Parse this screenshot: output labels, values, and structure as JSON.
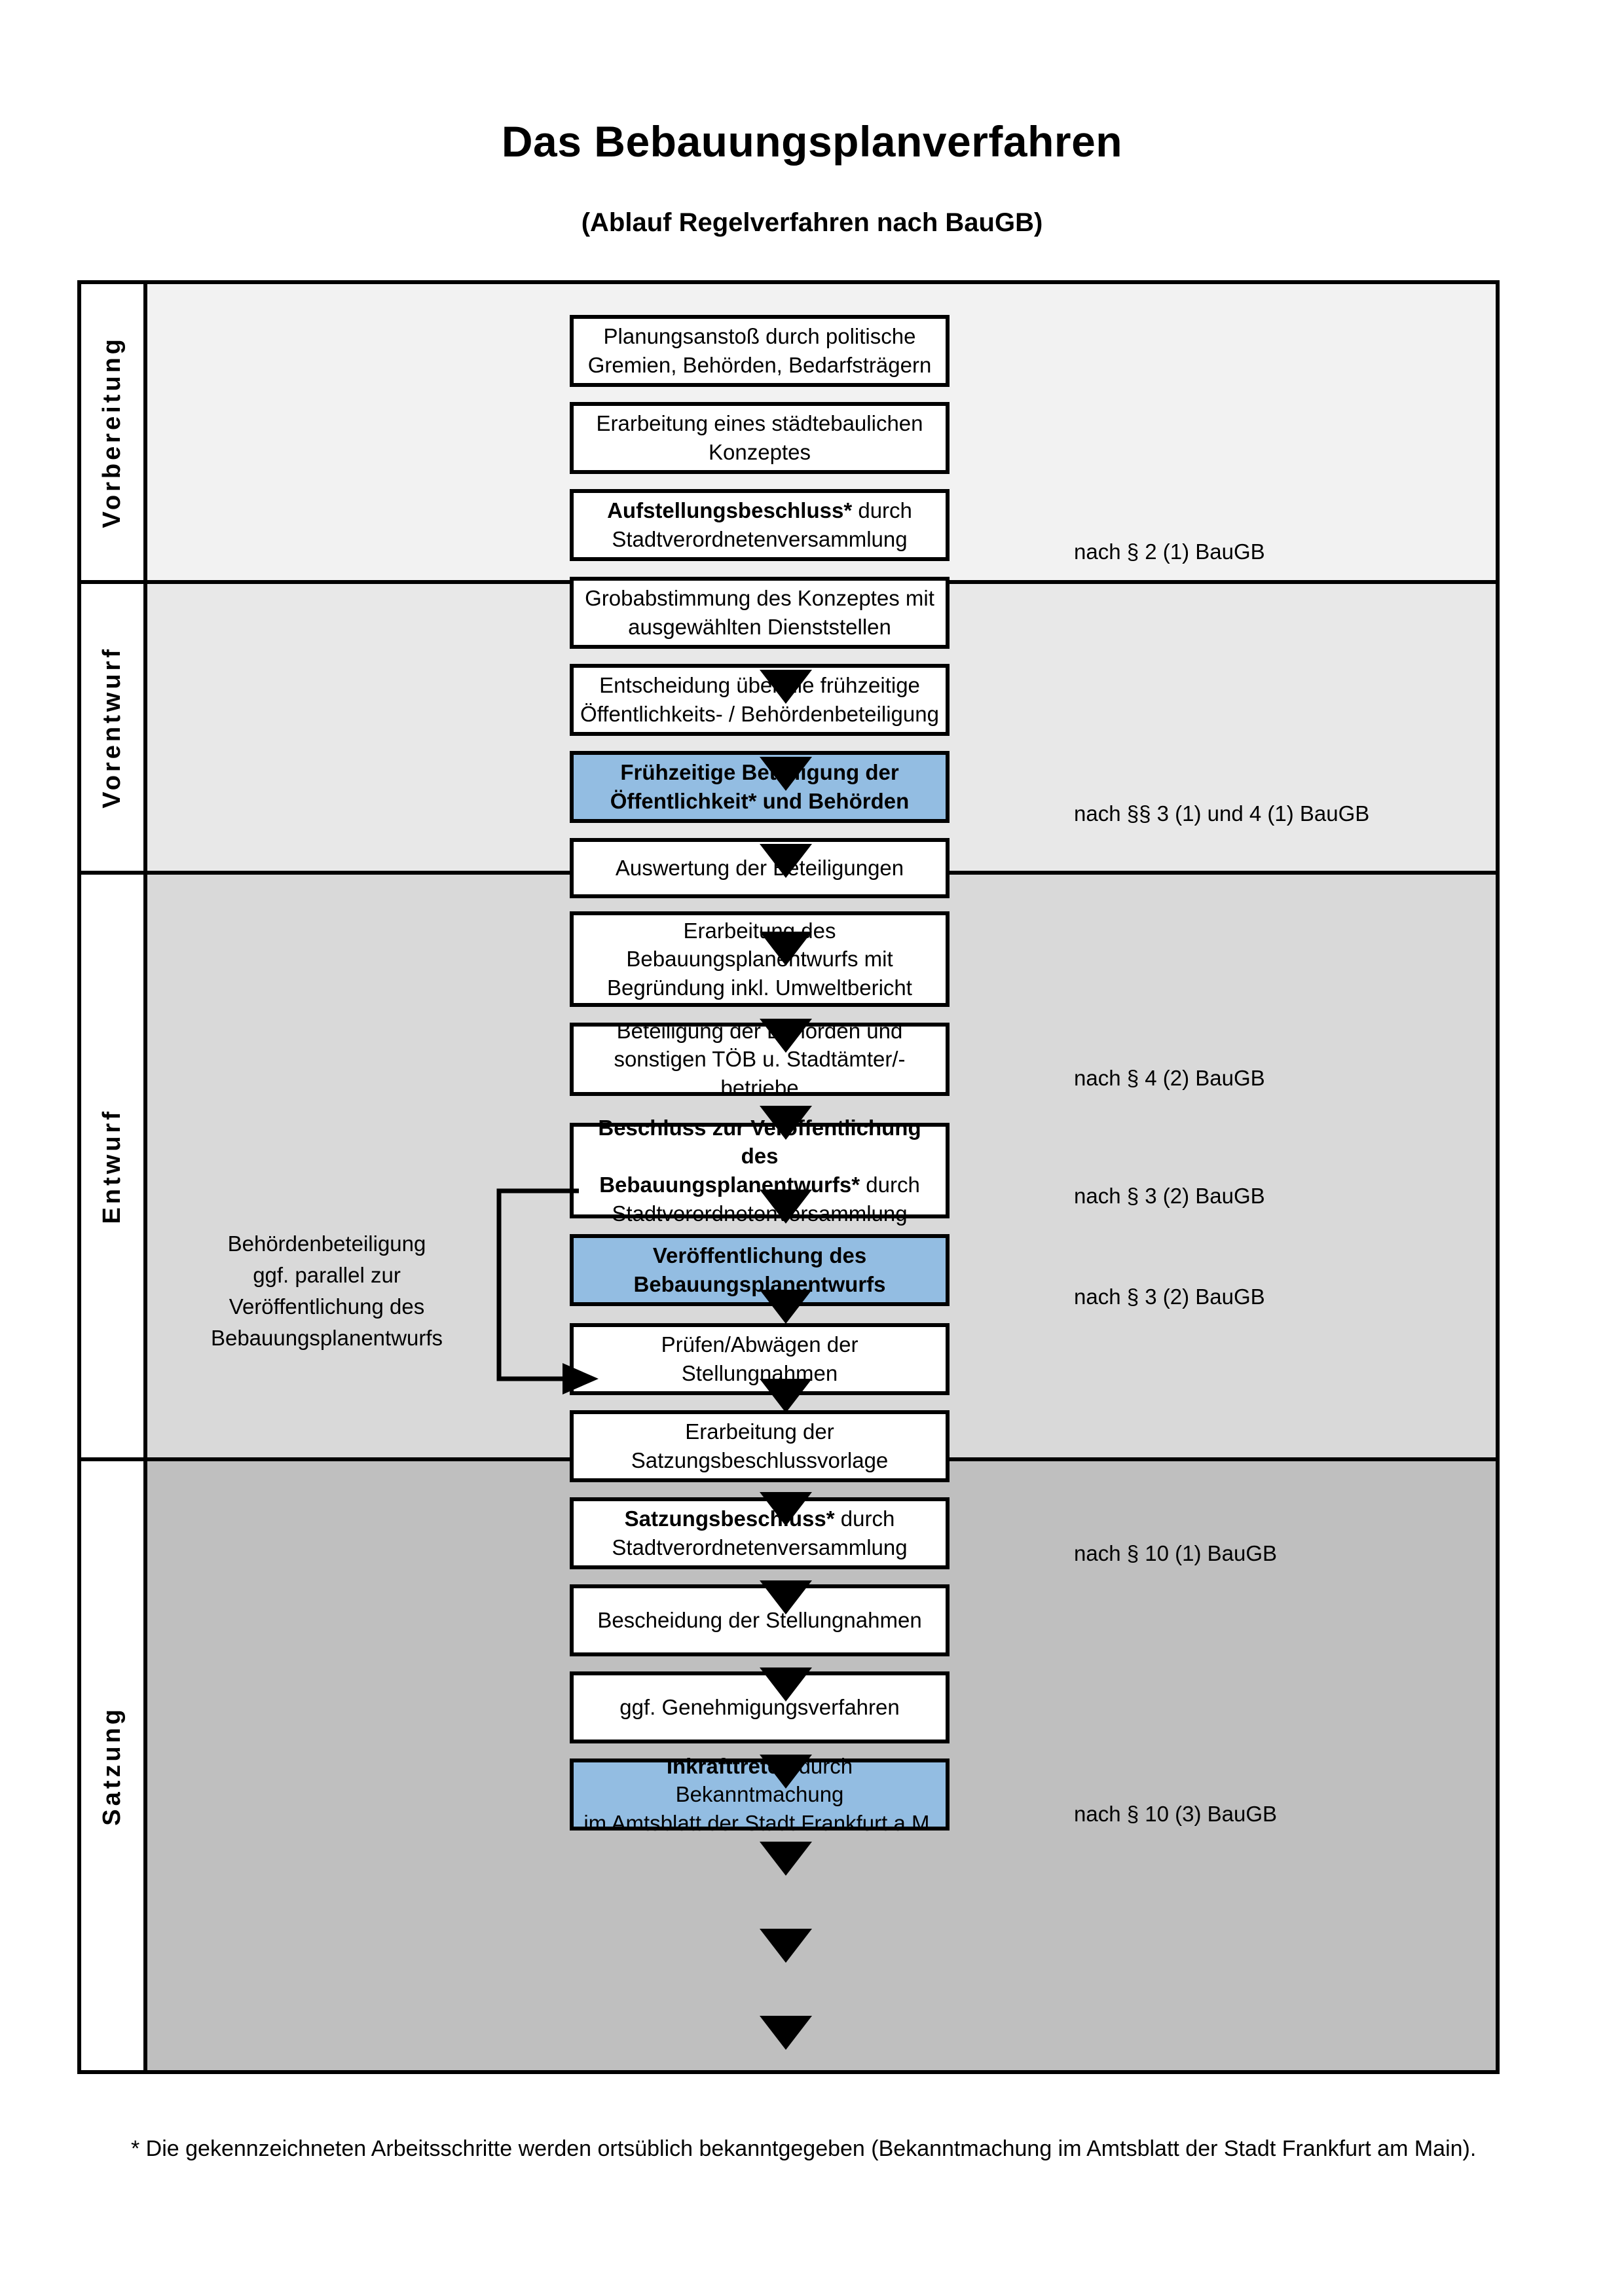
{
  "title": "Das Bebauungsplanverfahren",
  "subtitle": "(Ablauf Regelverfahren nach BauGB)",
  "colors": {
    "highlight_box": "#93BDE2",
    "band_vorbereitung": "#F2F2F2",
    "band_vorentwurf": "#E8E8E8",
    "band_entwurf": "#D9D9D9",
    "band_satzung": "#BFBFBF",
    "stroke": "#000000"
  },
  "bands": [
    {
      "label": "Vorbereitung",
      "background": "#F2F2F2"
    },
    {
      "label": "Vorentwurf",
      "background": "#E8E8E8"
    },
    {
      "label": "Entwurf",
      "background": "#D9D9D9"
    },
    {
      "label": "Satzung",
      "background": "#BFBFBF"
    }
  ],
  "steps": [
    {
      "id": "planungsanstoss",
      "band": "Vorbereitung",
      "highlight": false,
      "lines": [
        "Planungsanstoß durch politische",
        "Gremien, Behörden, Bedarfsträgern"
      ]
    },
    {
      "id": "konzept",
      "band": "Vorbereitung",
      "highlight": false,
      "lines": [
        "Erarbeitung eines städtebaulichen",
        "Konzeptes"
      ]
    },
    {
      "id": "aufstellungsbeschluss",
      "band": "Vorbereitung",
      "highlight": false,
      "lines": [
        "Aufstellungsbeschluss* durch",
        "Stadtverordnetenversammlung"
      ],
      "bold_prefix": "Aufstellungsbeschluss*"
    },
    {
      "id": "grobabstimmung",
      "band": "Vorentwurf",
      "highlight": false,
      "lines": [
        "Grobabstimmung des Konzeptes mit",
        "ausgewählten Dienststellen"
      ]
    },
    {
      "id": "entscheidung-fruehzeitig",
      "band": "Vorentwurf",
      "highlight": false,
      "lines": [
        "Entscheidung über die frühzeitige",
        "Öffentlichkeits- / Behördenbeteiligung"
      ]
    },
    {
      "id": "fruehzeitige-beteiligung",
      "band": "Vorentwurf",
      "highlight": true,
      "lines": [
        "Frühzeitige Beteiligung der",
        "Öffentlichkeit* und Behörden"
      ]
    },
    {
      "id": "auswertung",
      "band": "Entwurf",
      "highlight": false,
      "lines": [
        "Auswertung der Beteiligungen"
      ]
    },
    {
      "id": "erarbeitung-entwurf",
      "band": "Entwurf",
      "highlight": false,
      "lines": [
        "Erarbeitung des",
        "Bebauungsplanentwurfs mit",
        "Begründung inkl. Umweltbericht"
      ]
    },
    {
      "id": "beteiligung-behoerden",
      "band": "Entwurf",
      "highlight": false,
      "lines": [
        "Beteiligung der Behörden und",
        "sonstigen TÖB u. Stadtämter/-betriebe"
      ]
    },
    {
      "id": "beschluss-veroeffentlichung",
      "band": "Entwurf",
      "highlight": false,
      "lines": [
        "Beschluss zur Veröffentlichung des",
        "Bebauungsplanentwurfs* durch",
        "Stadtverordnetenversammlung"
      ],
      "bold_prefix": "Beschluss zur Veröffentlichung des Bebauungsplanentwurfs*"
    },
    {
      "id": "veroeffentlichung",
      "band": "Entwurf",
      "highlight": true,
      "lines": [
        "Veröffentlichung des",
        "Bebauungsplanentwurfs"
      ]
    },
    {
      "id": "pruefen-abwaegen",
      "band": "Satzung",
      "highlight": false,
      "lines": [
        "Prüfen/Abwägen der Stellungnahmen"
      ]
    },
    {
      "id": "satzungsbeschlussvorlage",
      "band": "Satzung",
      "highlight": false,
      "lines": [
        "Erarbeitung der",
        "Satzungsbeschlussvorlage"
      ]
    },
    {
      "id": "satzungsbeschluss",
      "band": "Satzung",
      "highlight": false,
      "lines": [
        "Satzungsbeschluss* durch",
        "Stadtverordnetenversammlung"
      ],
      "bold_prefix": "Satzungsbeschluss*"
    },
    {
      "id": "bescheidung",
      "band": "Satzung",
      "highlight": false,
      "lines": [
        "Bescheidung der Stellungnahmen"
      ]
    },
    {
      "id": "genehmigungsverfahren",
      "band": "Satzung",
      "highlight": false,
      "lines": [
        "ggf. Genehmigungsverfahren"
      ]
    },
    {
      "id": "inkrafttreten",
      "band": "Satzung",
      "highlight": true,
      "lines": [
        "Inkrafttreten durch Bekanntmachung",
        "im Amtsblatt der Stadt Frankfurt a.M."
      ],
      "bold_prefix": "Inkrafttreten"
    }
  ],
  "legal_refs": [
    {
      "for": "aufstellungsbeschluss",
      "text": "nach § 2 (1) BauGB"
    },
    {
      "for": "fruehzeitige-beteiligung",
      "text": "nach §§ 3 (1) und 4 (1) BauGB"
    },
    {
      "for": "beteiligung-behoerden",
      "text": "nach § 4 (2) BauGB"
    },
    {
      "for": "beschluss-veroeffentlichung",
      "text": "nach § 3 (2) BauGB"
    },
    {
      "for": "veroeffentlichung",
      "text": "nach § 3 (2) BauGB"
    },
    {
      "for": "satzungsbeschluss",
      "text": "nach § 10 (1) BauGB"
    },
    {
      "for": "inkrafttreten",
      "text": "nach § 10 (3) BauGB"
    }
  ],
  "side_note": {
    "lines": [
      "Behördenbeteiligung",
      "ggf. parallel zur",
      "Veröffentlichung des",
      "Bebauungsplanentwurfs"
    ]
  },
  "footnote": "* Die gekennzeichneten Arbeitsschritte werden ortsüblich bekanntgegeben (Bekanntmachung im Amtsblatt  der Stadt Frankfurt am Main)."
}
